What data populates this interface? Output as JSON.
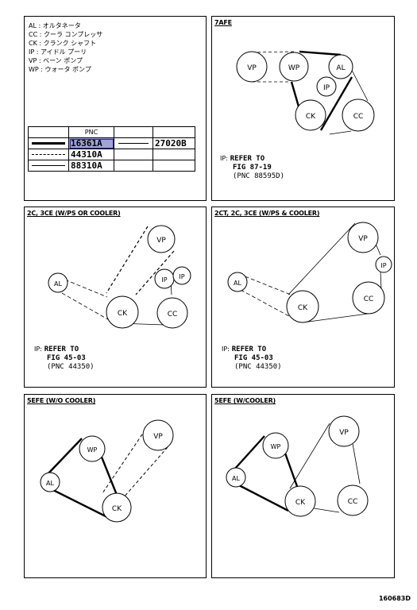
{
  "legend": [
    "AL : オルタネータ",
    "CC : クーラ コンプレッサ",
    "CK : クランク シャフト",
    "IP : アイドル プーリ",
    "VP : ベーン ポンプ",
    "WP : ウォータ ポンプ"
  ],
  "pnc_table": {
    "header": "PNC",
    "rows": [
      {
        "line_style": "thick",
        "pnc": "16361A",
        "alt_line_style": "thin",
        "alt_pnc": "27020B",
        "highlighted": true
      },
      {
        "line_style": "dashed",
        "pnc": "44310A",
        "alt_pnc": ""
      },
      {
        "line_style": "thin",
        "pnc": "88310A",
        "alt_pnc": ""
      }
    ]
  },
  "panels": {
    "p7afe": {
      "title": "7AFE",
      "pulleys": {
        "vp": "VP",
        "wp": "WP",
        "al": "AL",
        "ip": "IP",
        "ck": "CK",
        "cc": "CC"
      },
      "note": {
        "label": "IP:",
        "l1": "REFER TO",
        "l2": "FIG 87-19",
        "l3": "(PNC 88595D)"
      }
    },
    "p2c": {
      "title": "2C, 3CE (W/PS OR COOLER)",
      "pulleys": {
        "vp": "VP",
        "ip1": "IP",
        "ip2": "IP",
        "al": "AL",
        "ck": "CK",
        "cc": "CC"
      },
      "note": {
        "label": "IP:",
        "l1": "REFER TO",
        "l2": "FIG 45-03",
        "l3": "(PNC 44350)"
      }
    },
    "p2ct": {
      "title": "2CT, 2C, 3CE (W/PS & COOLER)",
      "pulleys": {
        "vp": "VP",
        "ip": "IP",
        "al": "AL",
        "ck": "CK",
        "cc": "CC"
      },
      "note": {
        "label": "IP:",
        "l1": "REFER TO",
        "l2": "FIG 45-03",
        "l3": "(PNC 44350)"
      }
    },
    "p5efe1": {
      "title": "5EFE (W/O COOLER)",
      "pulleys": {
        "vp": "VP",
        "wp": "WP",
        "al": "AL",
        "ck": "CK"
      }
    },
    "p5efe2": {
      "title": "5EFE (W/COOLER)",
      "pulleys": {
        "vp": "VP",
        "wp": "WP",
        "al": "AL",
        "ck": "CK",
        "cc": "CC"
      }
    }
  },
  "figure_number": "160683D"
}
